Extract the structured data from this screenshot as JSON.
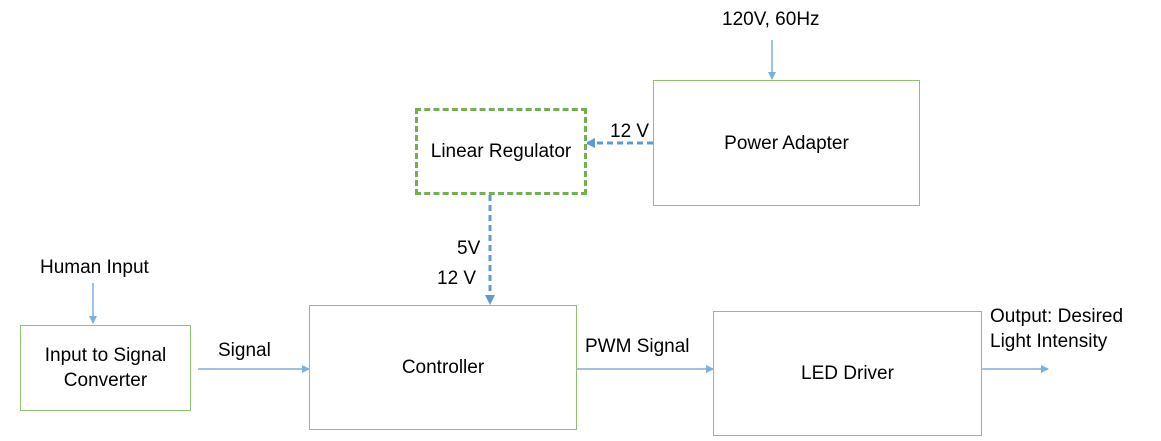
{
  "blocks": {
    "power_adapter": "Power Adapter",
    "linear_regulator": "Linear Regulator",
    "input_converter": "Input to Signal\nConverter",
    "controller": "Controller",
    "led_driver": "LED Driver"
  },
  "labels": {
    "mains": "120V, 60Hz",
    "adapter_out": "12 V",
    "reg_out_5v": "5V",
    "reg_out_12v": "12 V",
    "human_input": "Human Input",
    "signal": "Signal",
    "pwm": "PWM Signal",
    "output": "Output: Desired\nLight Intensity"
  },
  "colors": {
    "box_border": "#8dc26f",
    "dashed_border": "#72b04e",
    "arrow": "#7aafde",
    "thick_arrow": "#5b9bd5"
  }
}
